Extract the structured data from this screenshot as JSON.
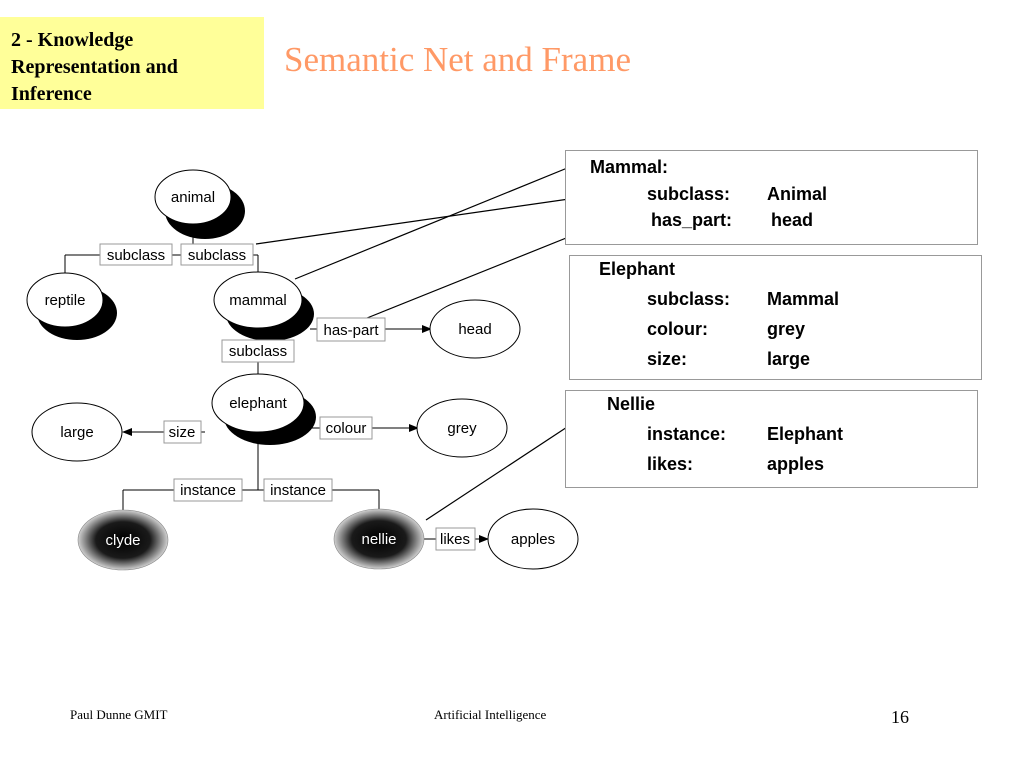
{
  "header": {
    "section_line1": "2 - Knowledge",
    "section_line2": "Representation and",
    "section_line3": "Inference",
    "title": "Semantic Net and Frame"
  },
  "net": {
    "nodes": {
      "animal": "animal",
      "reptile": "reptile",
      "mammal": "mammal",
      "head": "head",
      "elephant": "elephant",
      "large": "large",
      "grey": "grey",
      "clyde": "clyde",
      "nellie": "nellie",
      "apples": "apples"
    },
    "links": {
      "subclass_left": "subclass",
      "subclass_right": "subclass",
      "has_part": "has-part",
      "subclass_elephant": "subclass",
      "size": "size",
      "colour": "colour",
      "instance_left": "instance",
      "instance_right": "instance",
      "likes": "likes"
    }
  },
  "frames": {
    "mammal": {
      "title": "Mammal:",
      "rows": [
        {
          "key": "subclass:",
          "value": "Animal"
        },
        {
          "key": "has_part:",
          "value": "head"
        }
      ]
    },
    "elephant": {
      "title": "Elephant",
      "rows": [
        {
          "key": "subclass:",
          "value": "Mammal"
        },
        {
          "key": "colour:",
          "value": "grey"
        },
        {
          "key": "size:",
          "value": "large"
        }
      ]
    },
    "nellie": {
      "title": "Nellie",
      "rows": [
        {
          "key": "instance:",
          "value": "Elephant"
        },
        {
          "key": "likes:",
          "value": "apples"
        }
      ]
    }
  },
  "footer": {
    "author": "Paul Dunne GMIT",
    "course": "Artificial Intelligence",
    "page": "16"
  }
}
